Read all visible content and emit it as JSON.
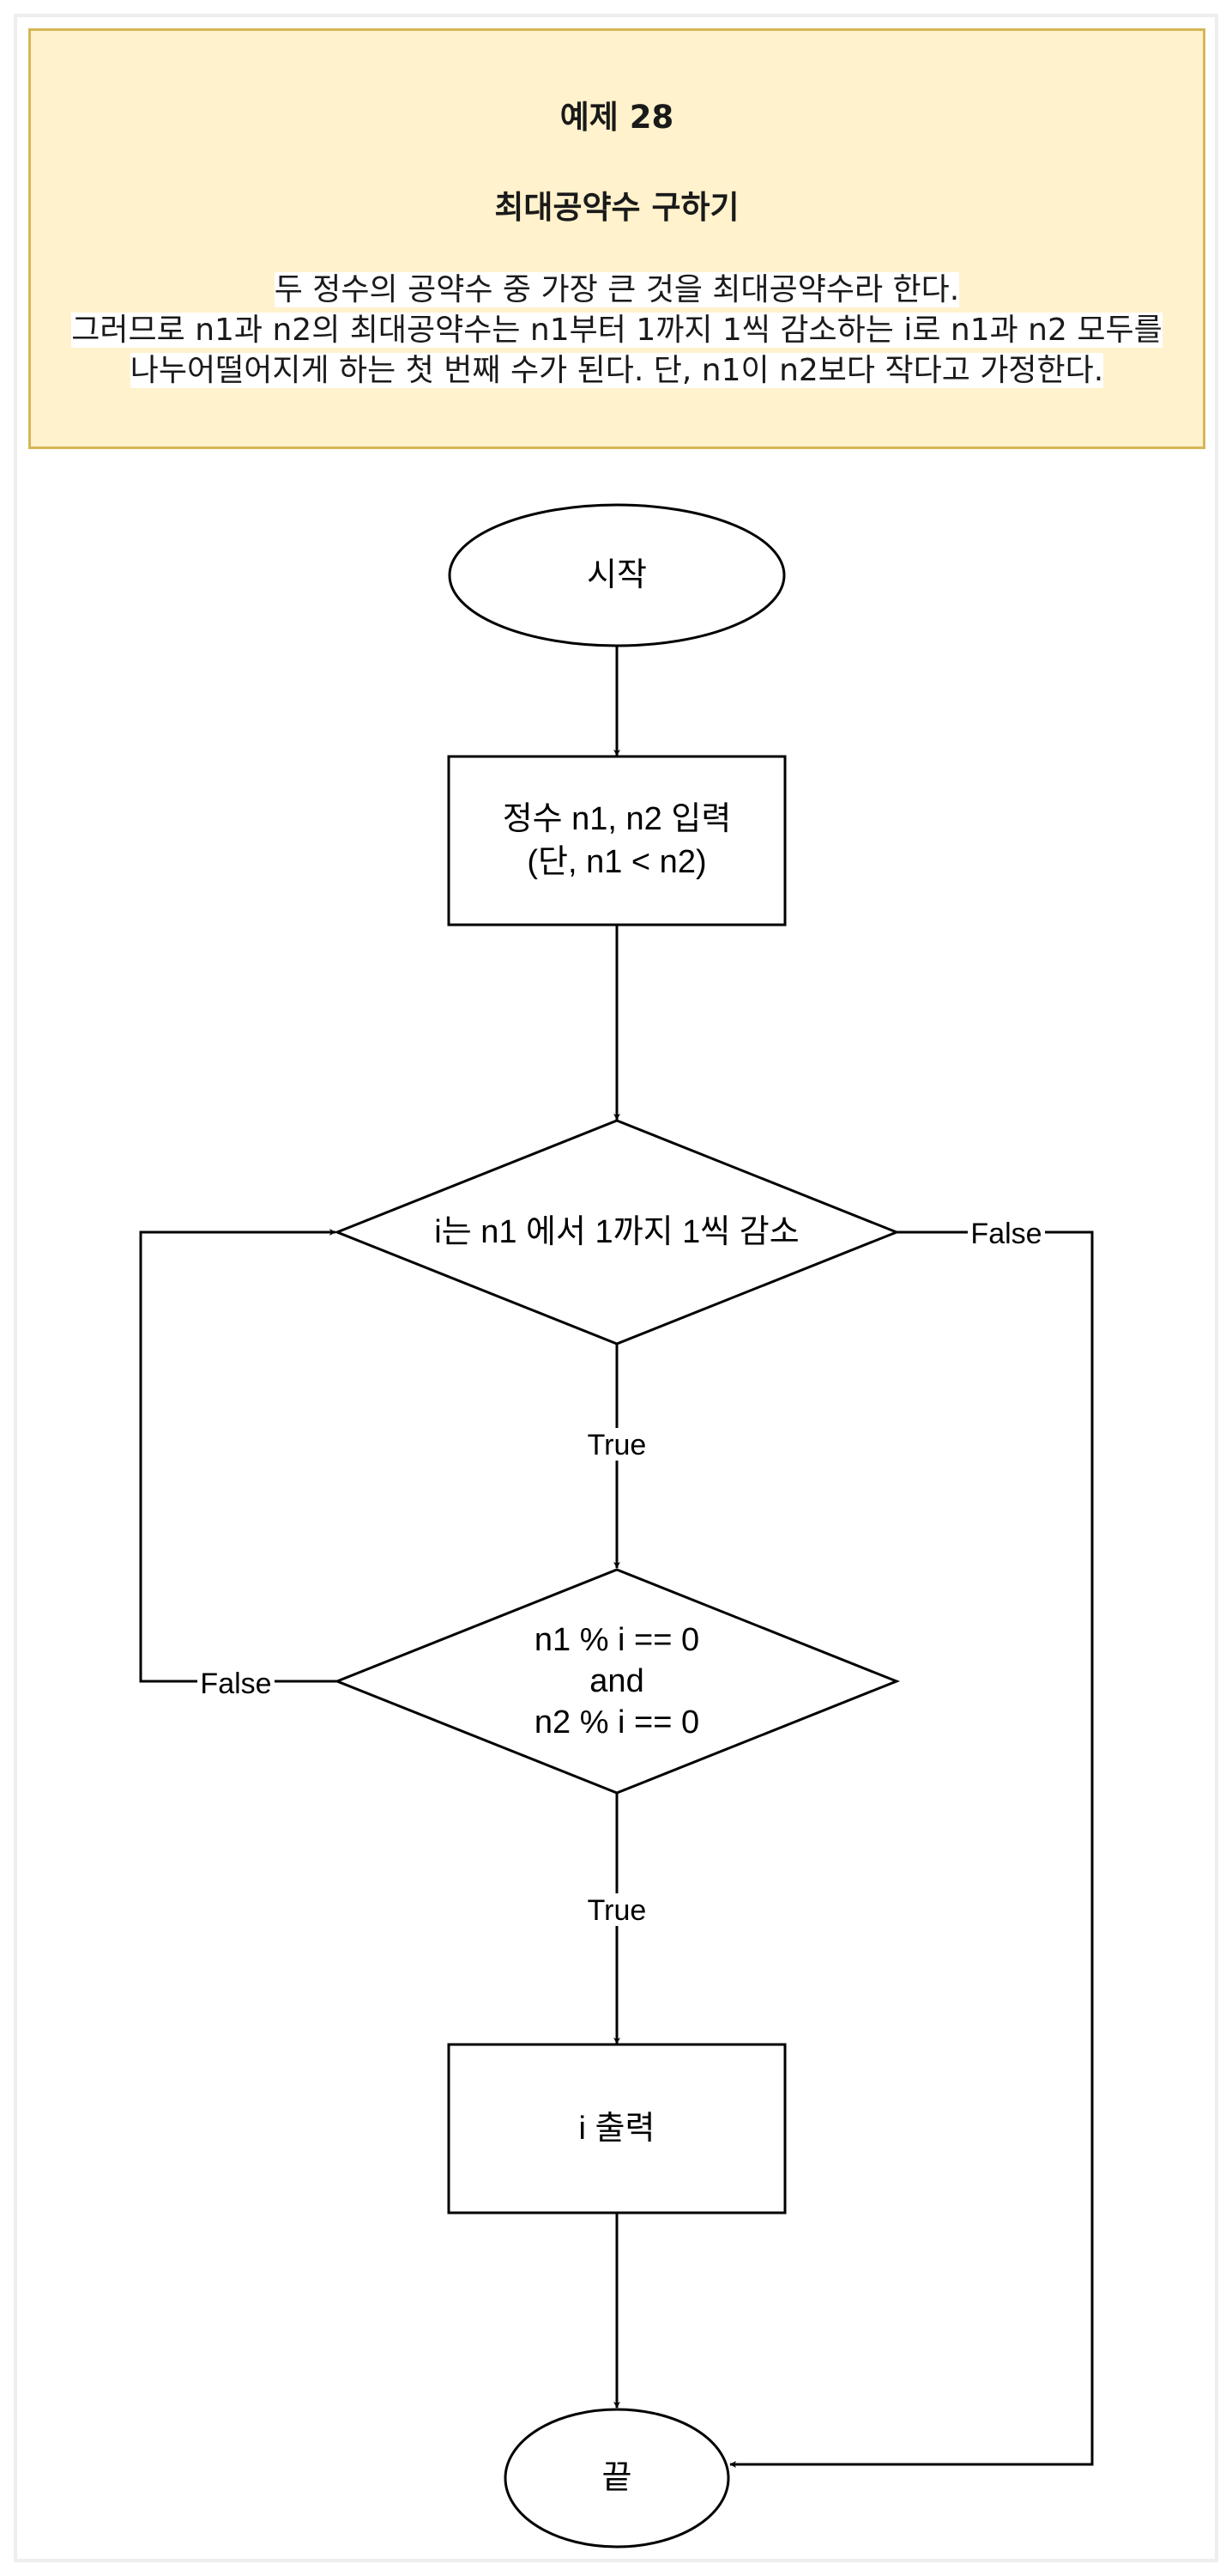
{
  "header": {
    "title": "예제 28",
    "subtitle": "최대공약수 구하기",
    "description_lines": [
      "두 정수의 공약수 중 가장 큰 것을 최대공약수라 한다.",
      "그러므로 n1과 n2의 최대공약수는 n1부터 1까지 1씩 감소하는 i로 n1과 n2 모두를",
      "나누어떨어지게 하는 첫 번째 수가 된다. 단, n1이 n2보다 작다고 가정한다."
    ]
  },
  "flowchart": {
    "start": "시작",
    "input_line1": "정수 n1, n2 입력",
    "input_line2": "(단, n1 < n2)",
    "loop_condition": "i는 n1 에서 1까지 1씩 감소",
    "check_line1": "n1 % i == 0",
    "check_line2": "and",
    "check_line3": "n2 % i == 0",
    "output": "i 출력",
    "end": "끝",
    "label_true_1": "True",
    "label_true_2": "True",
    "label_false_loop": "False",
    "label_false_check": "False"
  },
  "colors": {
    "note_fill": "#fff2cc",
    "note_border": "#d6b656",
    "stroke": "#000000"
  }
}
